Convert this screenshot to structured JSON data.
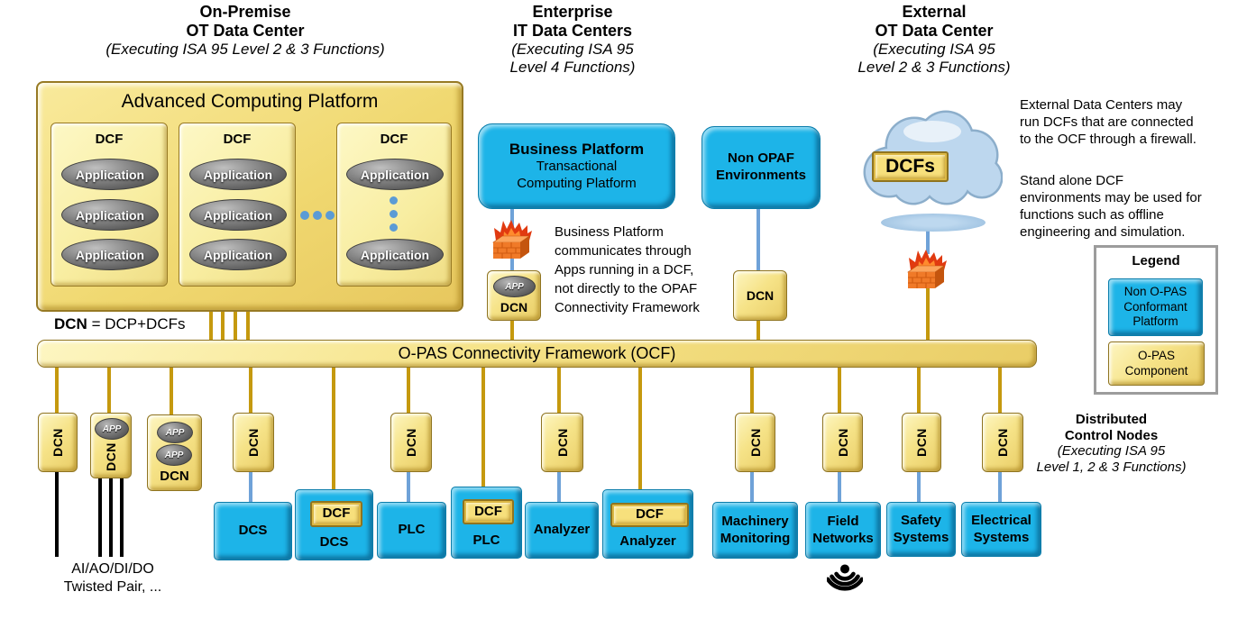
{
  "colors": {
    "opas_yellow": "#F5E180",
    "non_opas_blue": "#1DB4E8",
    "gold_connector": "#C5990E",
    "blue_connector": "#6FA2D8",
    "black_connector": "#000000",
    "cloud_blue": "#BDD7EE",
    "firewall_orange": "#F07A28",
    "flame_red": "#E13A10",
    "app_oval_gray": "#6E6E6E",
    "dots_blue": "#5B9BD5",
    "legend_border_gray": "#9C9C9C"
  },
  "headers": {
    "on_premise": {
      "title1": "On-Premise",
      "title2": "OT Data Center",
      "subtitle": "(Executing ISA 95 Level 2 & 3 Functions)"
    },
    "enterprise": {
      "title1": "Enterprise",
      "title2": "IT Data Centers",
      "subtitle1": "(Executing ISA 95",
      "subtitle2": "Level 4 Functions)"
    },
    "external": {
      "title1": "External",
      "title2": "OT Data Center",
      "subtitle1": "(Executing ISA 95",
      "subtitle2": "Level 2 & 3 Functions)"
    }
  },
  "acp": {
    "title": "Advanced Computing Platform"
  },
  "labels": {
    "dcn": "DCN",
    "dcf": "DCF",
    "dcfs": "DCFs",
    "app": "APP",
    "application": "Application"
  },
  "dcn_formula": {
    "term": "DCN",
    "definition": " = DCP+DCFs"
  },
  "ocf": {
    "label": "O-PAS Connectivity Framework (OCF)"
  },
  "business_platform": {
    "title": "Business Platform",
    "subtitle1": "Transactional",
    "subtitle2": "Computing Platform"
  },
  "bp_note": {
    "line1": "Business Platform",
    "line2": "communicates through",
    "line3": "Apps running in a DCF,",
    "line4": "not directly to the OPAF",
    "line5": "Connectivity Framework"
  },
  "non_opaf": {
    "line1": "Non OPAF",
    "line2": "Environments"
  },
  "external_note1": {
    "line1": "External Data Centers may",
    "line2": "run DCFs that are connected",
    "line3": "to the OCF through a firewall."
  },
  "external_note2": {
    "line1": "Stand alone DCF",
    "line2": "environments may be used for",
    "line3": "functions such as offline",
    "line4": "engineering and simulation."
  },
  "legend": {
    "title": "Legend",
    "non_opas_item": "Non O-PAS Conformant Platform",
    "opas_item": "O-PAS Component"
  },
  "devices": {
    "dcs": "DCS",
    "plc": "PLC",
    "analyzer": "Analyzer",
    "machinery": "Machinery Monitoring",
    "field": "Field Networks",
    "safety": "Safety Systems",
    "electrical": "Electrical Systems"
  },
  "field_wiring": {
    "line1": "AI/AO/DI/DO",
    "line2": "Twisted Pair, ..."
  },
  "dcn_caption": {
    "title1": "Distributed",
    "title2": "Control Nodes",
    "subtitle1": "(Executing ISA 95",
    "subtitle2": "Level 1, 2 & 3 Functions)"
  }
}
